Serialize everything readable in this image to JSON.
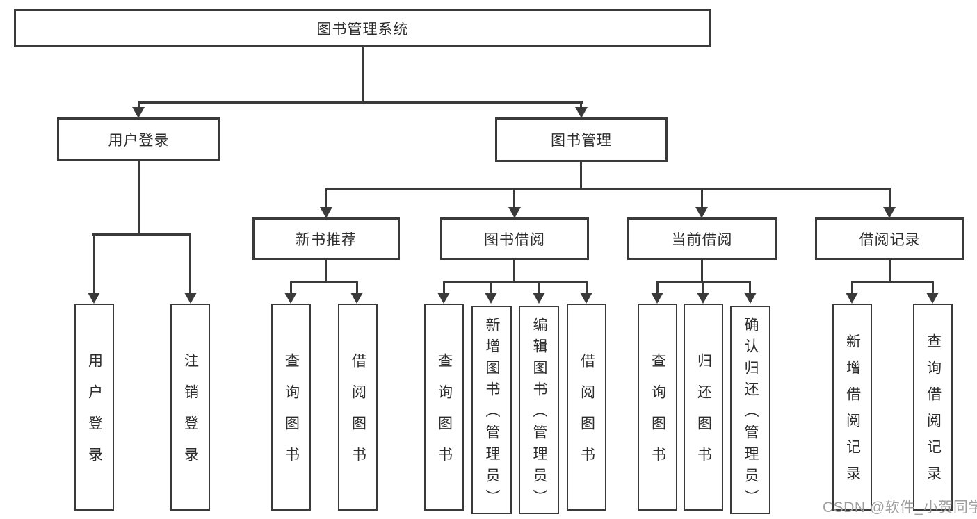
{
  "diagram": {
    "title": "图书管理系统",
    "branches": [
      {
        "label": "用户登录",
        "children": [
          "用户登录",
          "注销登录"
        ]
      },
      {
        "label": "图书管理",
        "sections": [
          {
            "label": "新书推荐",
            "children": [
              "查询图书",
              "借阅图书"
            ]
          },
          {
            "label": "图书借阅",
            "children": [
              "查询图书",
              "新增图书（管理员）",
              "编辑图书（管理员）",
              "借阅图书"
            ]
          },
          {
            "label": "当前借阅",
            "children": [
              "查询图书",
              "归还图书",
              "确认归还（管理员）"
            ]
          },
          {
            "label": "借阅记录",
            "children": [
              "新增借阅记录",
              "查询借阅记录"
            ]
          }
        ]
      }
    ]
  },
  "watermark": "CSDN @软件_小贺同学",
  "colors": {
    "line": "#3a3a3a",
    "text": "#2d2d2d",
    "watermark": "#9e9e9e",
    "background": "#ffffff"
  }
}
